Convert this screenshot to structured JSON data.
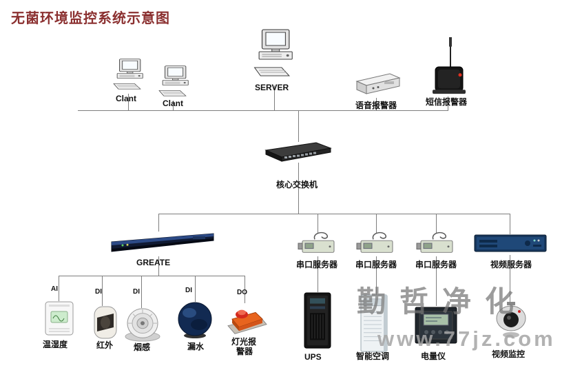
{
  "title": "无菌环境监控系统示意图",
  "top": {
    "client1": "Clant",
    "client2": "Clant",
    "server": "SERVER",
    "voice_alarm": "语音报警器",
    "sms_alarm": "短信报警器"
  },
  "core_switch": {
    "label": "核心交换机"
  },
  "mid": {
    "greate": "GREATE",
    "serial1": "串口服务器",
    "serial2": "串口服务器",
    "serial3": "串口服务器",
    "video_server": "视频服务器"
  },
  "sensors": {
    "ai_port": "AI",
    "di1_port": "DI",
    "di2_port": "DI",
    "di3_port": "DI",
    "do_port": "DO",
    "temp_humidity": "温湿度",
    "infrared": "红外",
    "smoke": "烟感",
    "water_leak": "漏水",
    "light_alarm_l1": "灯光报",
    "light_alarm_l2": "警器"
  },
  "bottom": {
    "ups": "UPS",
    "smart_ac": "智能空调",
    "power_meter": "电量仪",
    "video_monitor": "视频监控"
  },
  "watermark": {
    "brand": "勤哲净化",
    "url": "www.77jz.com"
  },
  "colors": {
    "title": "#8b3030",
    "line": "#7d7d7d"
  }
}
